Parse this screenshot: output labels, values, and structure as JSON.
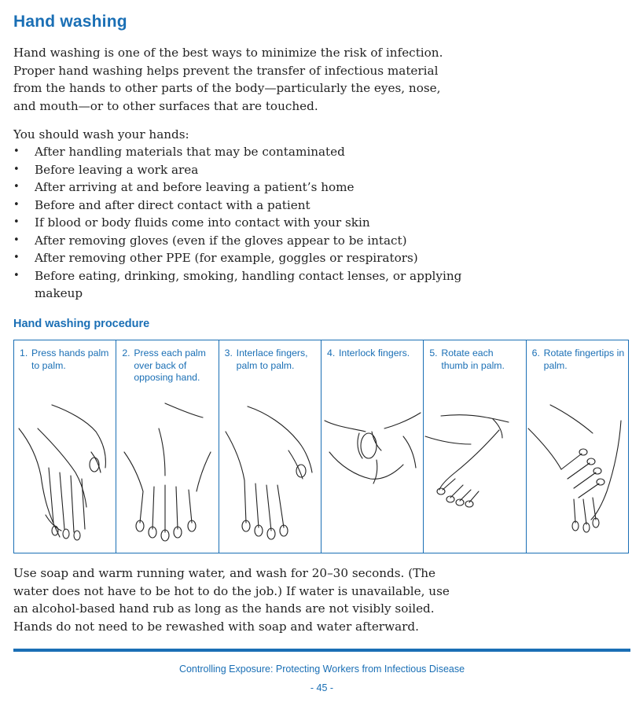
{
  "title": "Hand washing",
  "intro": "Hand washing is one of the best ways to minimize the risk of infection. Proper hand washing helps prevent the transfer of infectious material from the hands to other parts of the body—particularly the eyes, nose, and mouth—or to other surfaces that are touched.",
  "lead": "You should wash your hands:",
  "bullets": [
    "After handling materials that may be contaminated",
    "Before leaving a work area",
    "After arriving at and before leaving a patient’s home",
    "Before and after direct contact with a patient",
    "If blood or body fluids come into contact with your skin",
    "After removing gloves (even if the gloves appear to be intact)",
    "After removing other PPE (for example, goggles or respirators)",
    "Before eating, drinking, smoking, handling contact lenses, or applying makeup"
  ],
  "procedure_heading": "Hand washing procedure",
  "steps": [
    {
      "num": "1.",
      "text": "Press hands palm to palm."
    },
    {
      "num": "2.",
      "text": "Press each palm over back of opposing hand."
    },
    {
      "num": "3.",
      "text": "Interlace fingers, palm to palm."
    },
    {
      "num": "4.",
      "text": "Interlock fingers."
    },
    {
      "num": "5.",
      "text": "Rotate each thumb in palm."
    },
    {
      "num": "6.",
      "text": "Rotate fingertips in palm."
    }
  ],
  "closing": "Use soap and warm running water, and wash for 20–30 seconds. (The water does not have to be hot to do the job.) If water is unavailable, use an alcohol-based hand rub as long as the hands are not visibly soiled. Hands do not need to be rewashed with soap and water afterward.",
  "footer": "Controlling Exposure: Protecting Workers from Infectious Disease",
  "page_number": "- 45 -",
  "accent_color": "#1a6fb5"
}
